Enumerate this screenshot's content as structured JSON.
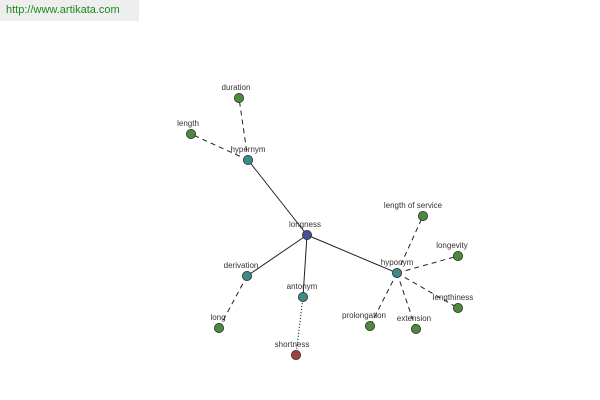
{
  "header": {
    "url": "http://www.artikata.com"
  },
  "colors": {
    "root": "#4a4f9c",
    "relation": "#3e8a86",
    "word": "#4d8a3c",
    "antonym_word": "#a0443a",
    "edge": "#222222"
  },
  "graph": {
    "nodes": [
      {
        "id": "longness",
        "label": "longness",
        "kind": "root"
      },
      {
        "id": "hypernym",
        "label": "hypernym",
        "kind": "relation"
      },
      {
        "id": "hyponym",
        "label": "hyponym",
        "kind": "relation"
      },
      {
        "id": "derivation",
        "label": "derivation",
        "kind": "relation"
      },
      {
        "id": "antonym",
        "label": "antonym",
        "kind": "relation"
      },
      {
        "id": "duration",
        "label": "duration",
        "kind": "word"
      },
      {
        "id": "length",
        "label": "length",
        "kind": "word"
      },
      {
        "id": "length-of-service",
        "label": "length of service",
        "kind": "word"
      },
      {
        "id": "longevity",
        "label": "longevity",
        "kind": "word"
      },
      {
        "id": "lengthiness",
        "label": "lengthiness",
        "kind": "word"
      },
      {
        "id": "extension",
        "label": "extension",
        "kind": "word"
      },
      {
        "id": "prolongation",
        "label": "prolongation",
        "kind": "word"
      },
      {
        "id": "long",
        "label": "long",
        "kind": "word"
      },
      {
        "id": "shortness",
        "label": "shortness",
        "kind": "antonym_word"
      }
    ],
    "edges": [
      {
        "from": "longness",
        "to": "hypernym",
        "style": "solid"
      },
      {
        "from": "longness",
        "to": "hyponym",
        "style": "solid"
      },
      {
        "from": "longness",
        "to": "derivation",
        "style": "solid"
      },
      {
        "from": "longness",
        "to": "antonym",
        "style": "solid"
      },
      {
        "from": "hypernym",
        "to": "duration",
        "style": "dashed"
      },
      {
        "from": "hypernym",
        "to": "length",
        "style": "dashed"
      },
      {
        "from": "hyponym",
        "to": "length-of-service",
        "style": "dashed"
      },
      {
        "from": "hyponym",
        "to": "longevity",
        "style": "dashed"
      },
      {
        "from": "hyponym",
        "to": "lengthiness",
        "style": "dashed"
      },
      {
        "from": "hyponym",
        "to": "extension",
        "style": "dashed"
      },
      {
        "from": "hyponym",
        "to": "prolongation",
        "style": "dashed"
      },
      {
        "from": "derivation",
        "to": "long",
        "style": "dashed"
      },
      {
        "from": "antonym",
        "to": "shortness",
        "style": "dotted"
      }
    ]
  }
}
